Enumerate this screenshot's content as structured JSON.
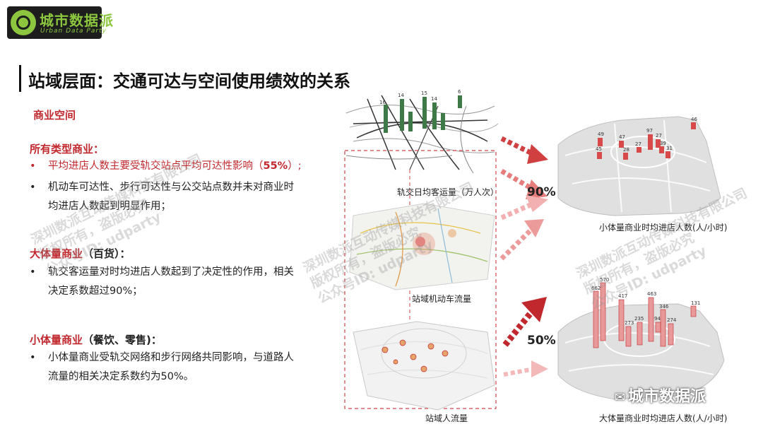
{
  "logo": {
    "name": "城市数据派",
    "subtitle": "Urban Data Party"
  },
  "title": "站域层面：交通可达与空间使用绩效的关系",
  "section": "商业空间",
  "all_types": {
    "heading": "所有类型商业：",
    "items": [
      {
        "main": "平均进店人数主要受轨交站点平均可达性影响（",
        "highlight": "55%",
        "tail": "）;"
      },
      {
        "line1": "机动车可达性、步行可达性与公交站点数并未对商业时",
        "line2": "均进店人数起到明显作用；"
      }
    ]
  },
  "large": {
    "heading": "大体量商业",
    "heading_paren": "（百货）：",
    "line1": "轨交客运量对时均进店人数起到了决定性的作用，相关",
    "line2": "决定系数超过90%；"
  },
  "small": {
    "heading": "小体量商业",
    "heading_paren": "（餐饮、零售)：",
    "line1": "小体量商业受轨交网络和步行网络共同影响，与道路人",
    "line2": "流量的相关决定系数约为50%。"
  },
  "maps": {
    "left": [
      {
        "label": "轨交日均客运量（万人次）"
      },
      {
        "label": "站域机动车流量"
      },
      {
        "label": "站域人流量"
      }
    ],
    "right_top_label": "小体量商业时均进店人数(人/小时)",
    "right_bottom_label": "大体量商业时均进店人数(人/小时)",
    "pct_top": "90%",
    "pct_bottom": "50%"
  },
  "transit_bars": [
    "16",
    "14",
    "15",
    "14",
    "6"
  ],
  "small_values": [
    "46",
    "49",
    "47",
    "97",
    "27",
    "39",
    "45",
    "28",
    "27",
    "31"
  ],
  "large_values": [
    "570",
    "662",
    "417",
    "463",
    "346",
    "131",
    "273",
    "235",
    "94",
    "274"
  ],
  "watermarks": [
    "深圳数派互动传媒科技有限公司",
    "版权所有，盗版必究",
    "公众号ID: udparty"
  ],
  "wechat": "城市数据派",
  "colors": {
    "accent_red": "#c0282e",
    "logo_green": "#8cc63f",
    "bar_green": "#3d7a48",
    "bar_red": "#d84a4a"
  }
}
